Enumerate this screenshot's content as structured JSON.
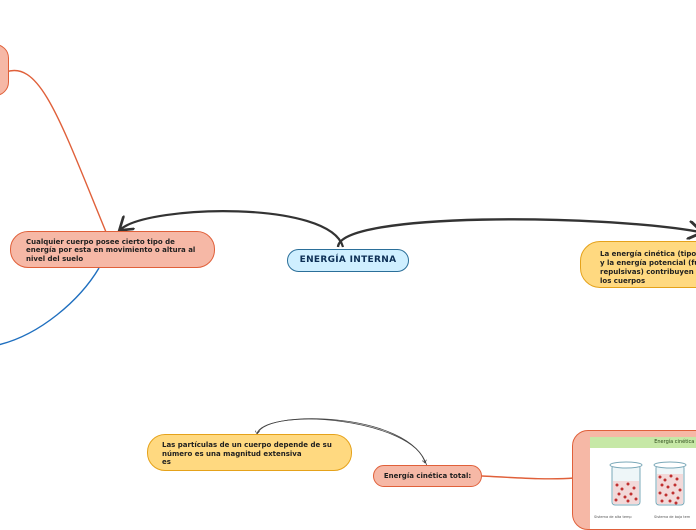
{
  "map": {
    "center": {
      "label": "ENERGÍA INTERNA"
    },
    "left_node": {
      "text": "Cualquier cuerpo posee cierto tipo de\nenergía por esta en movimiento o altura al\nnivel del suelo"
    },
    "right_node": {
      "text": "La energía cinética (tipo\ny la energía potencial (fu\nrepulsivas) contribuyen a\nlos cuerpos"
    },
    "yellow_node": {
      "text": "Las partículas de un cuerpo depende de su\nnúmero es una magnitud extensiva\nes"
    },
    "kinetic_node": {
      "label": "Energía cinética total:"
    },
    "image_node": {
      "title": "Energía cinética tota",
      "caption_left": "Sistema de alta temp",
      "caption_right": "Sistema de baja tem"
    }
  },
  "colors": {
    "center_fill": "#cfefff",
    "salmon_fill": "#f6b8a6",
    "salmon_border": "#e0603a",
    "yellow_fill": "#ffd980",
    "yellow_border": "#e5a21a",
    "link_dark": "#333333",
    "link_orange": "#e0603a",
    "link_blue": "#1f6fbf"
  }
}
